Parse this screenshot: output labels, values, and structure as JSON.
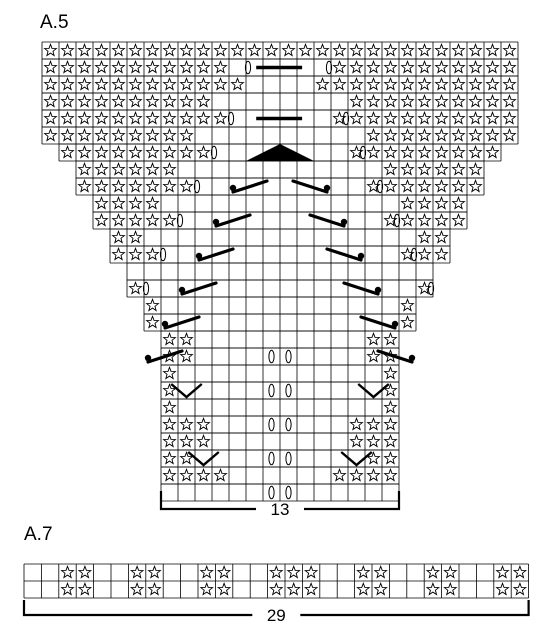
{
  "charts": [
    {
      "id": "a5",
      "title": "A.5",
      "stitch_count": "13"
    },
    {
      "id": "a7",
      "title": "A.7",
      "stitch_count": "29"
    }
  ],
  "symbols": {
    "star": "star-stitch-icon",
    "yarn_over": "yarn-over-icon",
    "decrease": "slanted-decrease-icon",
    "v_increase": "v-stitch-icon",
    "triangle": "triangle-decrease-icon"
  }
}
